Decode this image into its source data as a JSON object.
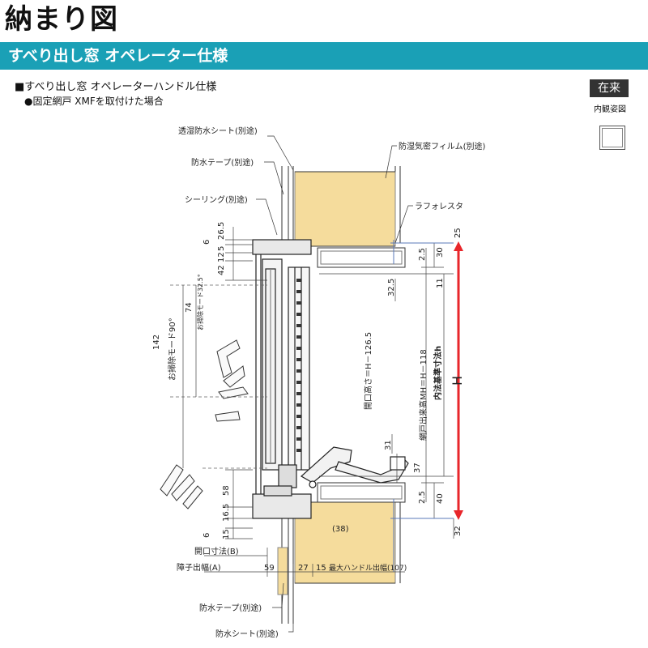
{
  "header": {
    "title": "納まり図",
    "banner": "すべり出し窓 オペレーター仕様"
  },
  "section": {
    "heading": "■すべり出し窓 オペレーターハンドル仕様",
    "subheading": "●固定網戸 XMFを取付けた場合"
  },
  "badge": {
    "label": "在来",
    "caption": "内観姿図"
  },
  "labels": {
    "moisture_sheet": "透湿防水シート(別途)",
    "waterproof_tape_top": "防水テープ(別途)",
    "sealing": "シーリング(別途)",
    "vapor_film": "防湿気密フィルム(別途)",
    "lath": "ラフォレスタ",
    "cleaning_mode_90": "お掃除モード90°",
    "cleaning_mode_32": "お掃除モード32.5°",
    "opening_height": "開口高さ＝H－126.5",
    "screen_height": "網戸出来高MH＝H－118",
    "inner_dim": "内法基準寸法h",
    "H": "H",
    "opening_dim_b": "開口寸法(B)",
    "shoji_width": "障子出幅(A)",
    "max_handle": "最大ハンドル出幅(107)",
    "waterproof_tape_bottom": "防水テープ(別途)",
    "waterproof_sheet_bottom": "防水シート(別途)"
  },
  "dims": {
    "d6_top": "6",
    "d26_5": "26.5",
    "d5": "5",
    "d12": "12",
    "d42": "42",
    "d142": "142",
    "d74": "74",
    "d25": "25",
    "d2_5_top": "2.5",
    "d30": "30",
    "d11": "11",
    "d32_5": "32.5",
    "d31": "31",
    "d37": "37",
    "d2_5_bottom": "2.5",
    "d40": "40",
    "d58": "58",
    "d16_5": "16.5",
    "d6_bottom": "6",
    "d15": "15",
    "d32": "32",
    "d38": "(38)",
    "d59": "59",
    "d27": "27",
    "d15b": "15"
  },
  "colors": {
    "banner": "#1aa0b6",
    "insulation": "#f5dc9c",
    "h_arrow": "#e8262b",
    "leader_blue": "#5a78b8"
  }
}
